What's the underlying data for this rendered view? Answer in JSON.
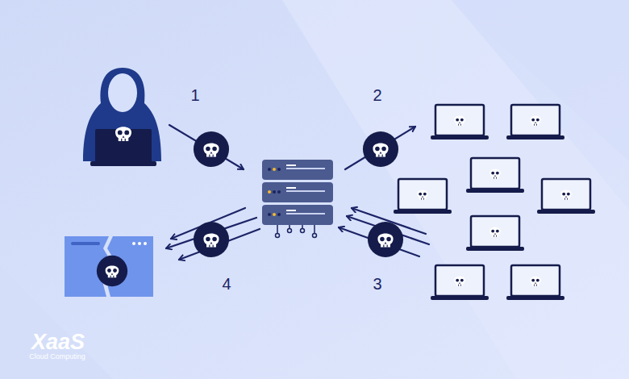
{
  "diagram": {
    "labels": [
      "1",
      "2",
      "3",
      "4",
      "XaaS",
      "Cloud Computing"
    ]
  }
}
